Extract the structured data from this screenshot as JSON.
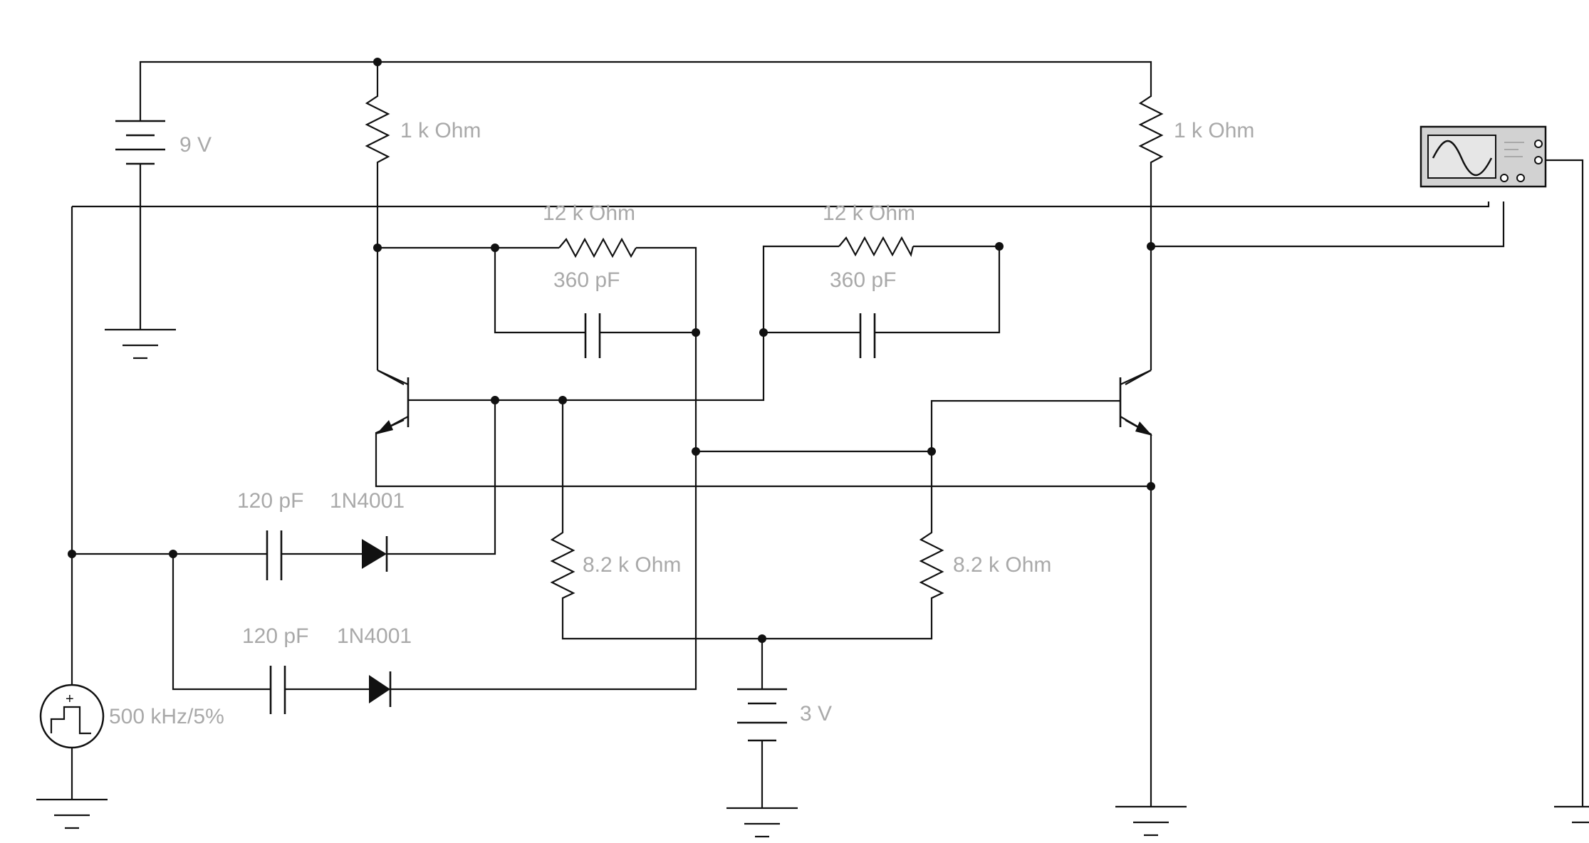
{
  "schematic": {
    "labels": {
      "supply_9v": "9 V",
      "r_collector_left": "1 k Ohm",
      "r_collector_right": "1 k Ohm",
      "r_feedback_left": "12 k Ohm",
      "r_feedback_right": "12 k Ohm",
      "c_speedup_left": "360 pF",
      "c_speedup_right": "360 pF",
      "c_trigger_top": "120 pF",
      "d_trigger_top": "1N4001",
      "c_trigger_bottom": "120 pF",
      "d_trigger_bottom": "1N4001",
      "r_base_left": "8.2 k Ohm",
      "r_base_right": "8.2 k Ohm",
      "supply_3v": "3 V",
      "pulse_source": "500 kHz/5%",
      "source_polarity": "+"
    },
    "icons": {
      "oscilloscope": "oscilloscope-icon",
      "ground": "ground-icon",
      "battery": "battery-icon",
      "pulse_source": "pulse-source-icon",
      "transistor": "npn-transistor-icon",
      "diode": "diode-icon"
    }
  }
}
